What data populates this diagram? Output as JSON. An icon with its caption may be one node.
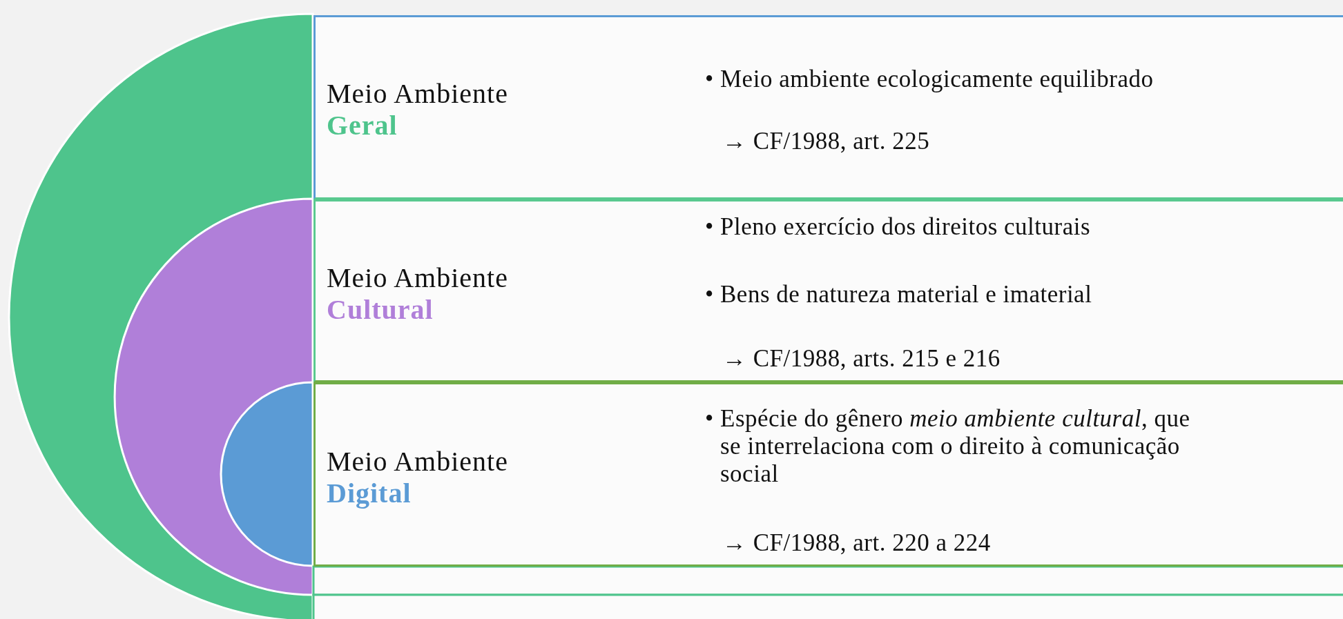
{
  "diagram": {
    "nodes": [
      {
        "text": [
          "Meio Ambiente **Geral**",
          "• Meio ambiente ecologicamente equilibrado",
          "→ CF/1988, art. 225"
        ]
      },
      {
        "text": [
          "Meio Ambiente **Cultural**",
          "• Pleno exercício dos direitos culturais",
          "• Bens de natureza material e imaterial",
          "→ CF/1988, arts. 215 e 216"
        ]
      },
      {
        "text": [
          "Meio Ambiente **Digital**",
          "• Espécie do gênero *meio ambiente cultural*, que se interrelaciona com o direito à comunicação social",
          "→ CF/1988, art. 220 a 224"
        ]
      }
    ]
  }
}
